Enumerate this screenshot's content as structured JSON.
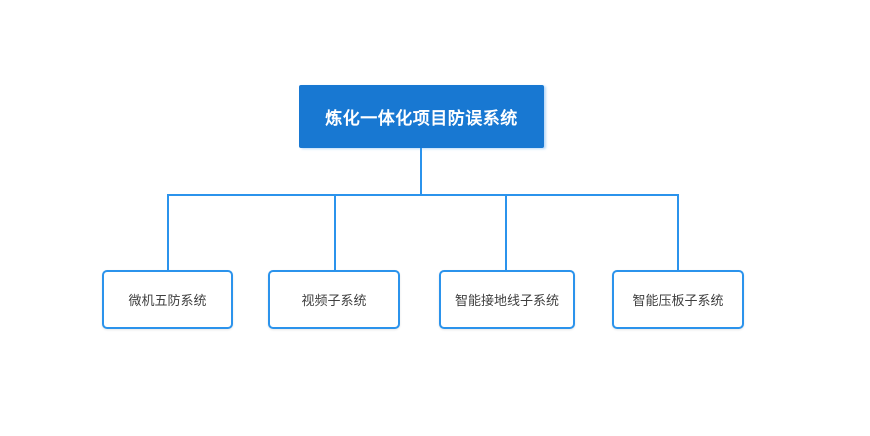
{
  "diagram": {
    "type": "org-chart-tree",
    "root": {
      "label": "炼化一体化项目防误系统"
    },
    "children": [
      {
        "label": "微机五防系统"
      },
      {
        "label": "视频子系统"
      },
      {
        "label": "智能接地线子系统"
      },
      {
        "label": "智能压板子系统"
      }
    ]
  },
  "colors": {
    "root_fill": "#1878d2",
    "root_text": "#ffffff",
    "connector": "#2b93ec",
    "child_border": "#2b93ec",
    "child_bg": "#ffffff",
    "child_text": "#404040",
    "background": "#ffffff"
  }
}
